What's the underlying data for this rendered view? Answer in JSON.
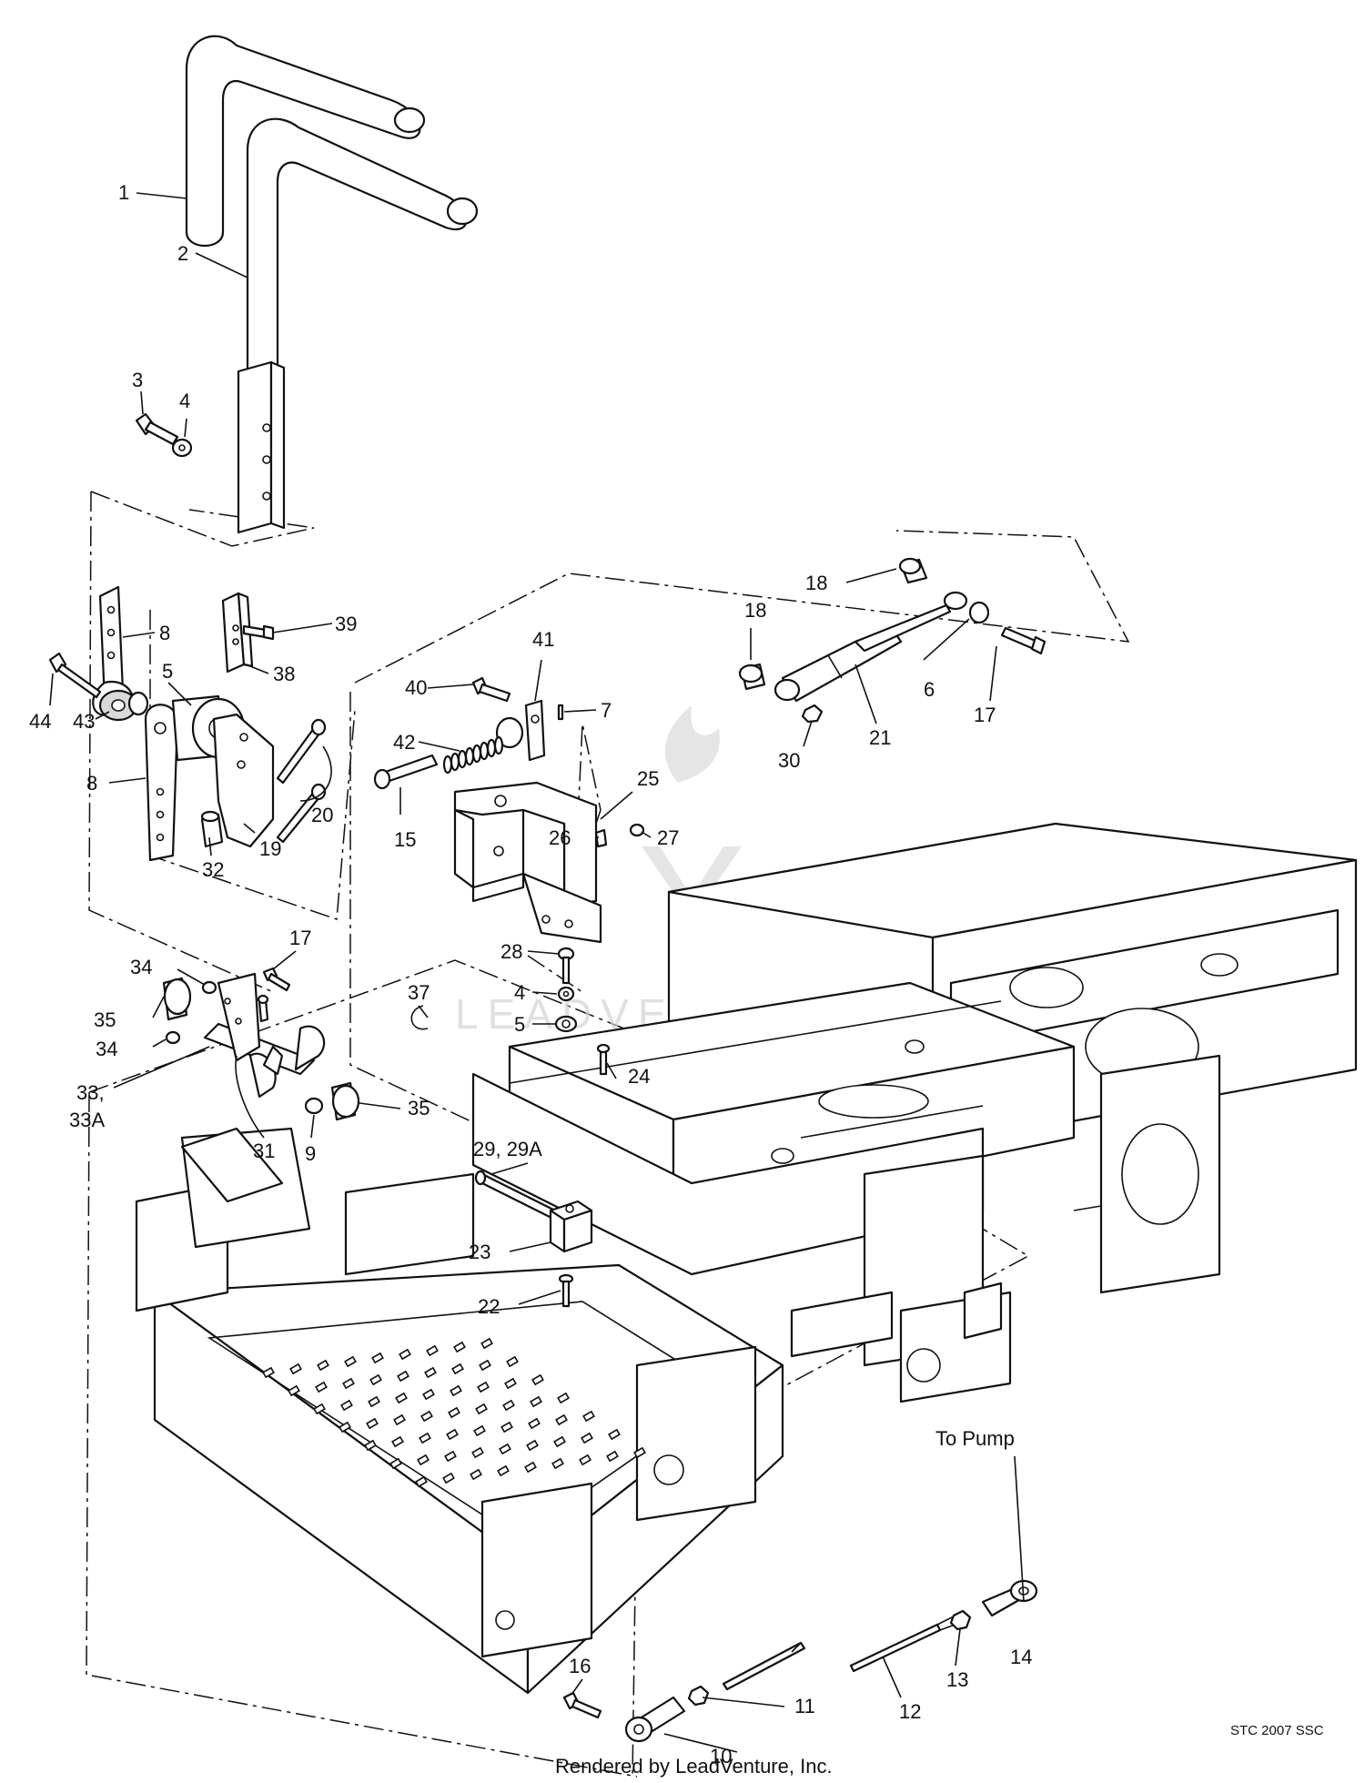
{
  "callouts": [
    {
      "id": "1",
      "text": "1"
    },
    {
      "id": "2",
      "text": "2"
    },
    {
      "id": "3",
      "text": "3"
    },
    {
      "id": "4a",
      "text": "4"
    },
    {
      "id": "8a",
      "text": "8"
    },
    {
      "id": "39",
      "text": "39"
    },
    {
      "id": "38",
      "text": "38"
    },
    {
      "id": "44",
      "text": "44"
    },
    {
      "id": "43",
      "text": "43"
    },
    {
      "id": "5a",
      "text": "5"
    },
    {
      "id": "8b",
      "text": "8"
    },
    {
      "id": "20",
      "text": "20"
    },
    {
      "id": "19",
      "text": "19"
    },
    {
      "id": "32",
      "text": "32"
    },
    {
      "id": "18a",
      "text": "18"
    },
    {
      "id": "18b",
      "text": "18"
    },
    {
      "id": "6",
      "text": "6"
    },
    {
      "id": "17a",
      "text": "17"
    },
    {
      "id": "21",
      "text": "21"
    },
    {
      "id": "30",
      "text": "30"
    },
    {
      "id": "41",
      "text": "41"
    },
    {
      "id": "40",
      "text": "40"
    },
    {
      "id": "7",
      "text": "7"
    },
    {
      "id": "42",
      "text": "42"
    },
    {
      "id": "25",
      "text": "25"
    },
    {
      "id": "15",
      "text": "15"
    },
    {
      "id": "26",
      "text": "26"
    },
    {
      "id": "27",
      "text": "27"
    },
    {
      "id": "28",
      "text": "28"
    },
    {
      "id": "4b",
      "text": "4"
    },
    {
      "id": "5b",
      "text": "5"
    },
    {
      "id": "17b",
      "text": "17"
    },
    {
      "id": "34a",
      "text": "34"
    },
    {
      "id": "35a",
      "text": "35"
    },
    {
      "id": "34b",
      "text": "34"
    },
    {
      "id": "33",
      "text": "33,"
    },
    {
      "id": "33A",
      "text": "33A"
    },
    {
      "id": "31",
      "text": "31"
    },
    {
      "id": "9",
      "text": "9"
    },
    {
      "id": "35b",
      "text": "35"
    },
    {
      "id": "37",
      "text": "37"
    },
    {
      "id": "24",
      "text": "24"
    },
    {
      "id": "29",
      "text": "29, 29A"
    },
    {
      "id": "23",
      "text": "23"
    },
    {
      "id": "22",
      "text": "22"
    },
    {
      "id": "to-pump",
      "text": "To Pump"
    },
    {
      "id": "14",
      "text": "14"
    },
    {
      "id": "13",
      "text": "13"
    },
    {
      "id": "12",
      "text": "12"
    },
    {
      "id": "16",
      "text": "16"
    },
    {
      "id": "11",
      "text": "11"
    },
    {
      "id": "10",
      "text": "10"
    }
  ],
  "watermark": "LEADVENTURE",
  "footer": {
    "code": "STC 2007 SSC",
    "rendered_by": "Rendered by LeadVenture, Inc."
  }
}
